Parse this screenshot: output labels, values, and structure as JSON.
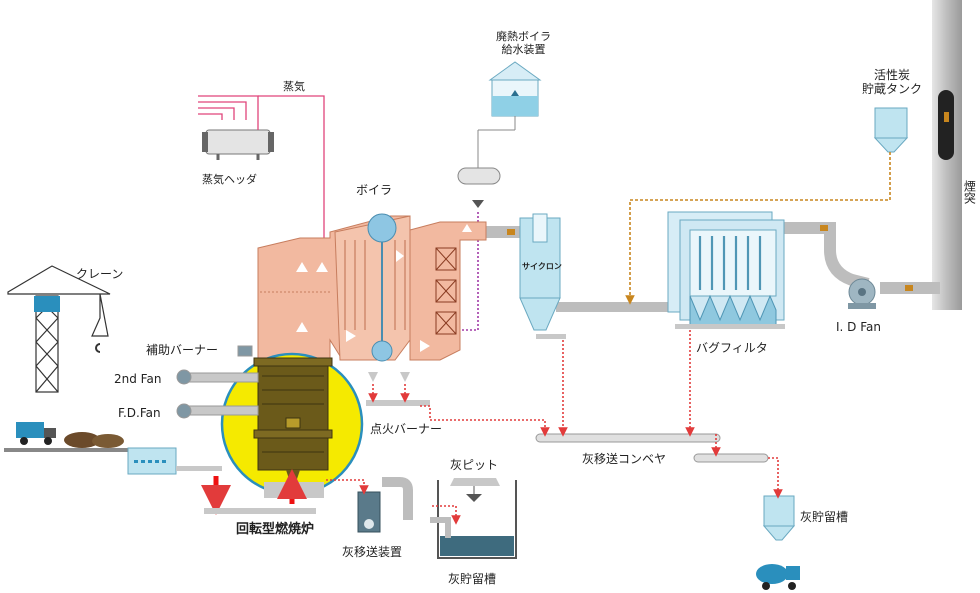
{
  "labels": {
    "feedwater": "廃熱ボイラ\n給水装置",
    "steam": "蒸気",
    "steam_header": "蒸気ヘッダ",
    "boiler": "ボイラ",
    "activated_carbon": "活性炭\n貯蔵タンク",
    "stack": "煙突",
    "crane": "クレーン",
    "cyclone": "サイクロン",
    "aux_burner": "補助バーナー",
    "second_fan": "2nd Fan",
    "fd_fan": "F.D.Fan",
    "id_fan": "I. D Fan",
    "bag_filter": "バグフィルタ",
    "ignition_burner": "点火バーナー",
    "ash_conveyor": "灰移送コンベヤ",
    "ash_pit": "灰ピット",
    "ash_storage_right": "灰貯留槽",
    "rotary_kiln": "回転型燃焼炉",
    "ash_transfer_device": "灰移送装置",
    "ash_storage_bottom": "灰貯留槽"
  },
  "colors": {
    "kiln_highlight": "#f5ea00",
    "kiln_body": "#6b5a1a",
    "boiler_salmon": "#f2b9a0",
    "equipment_blue": "#bfe4f0",
    "pipe_gray": "#c8c8c8",
    "steam_line": "#e0457b",
    "ash_line": "#e23b3b",
    "carbon_line": "#c8861e",
    "water_line": "#a23aa6"
  }
}
